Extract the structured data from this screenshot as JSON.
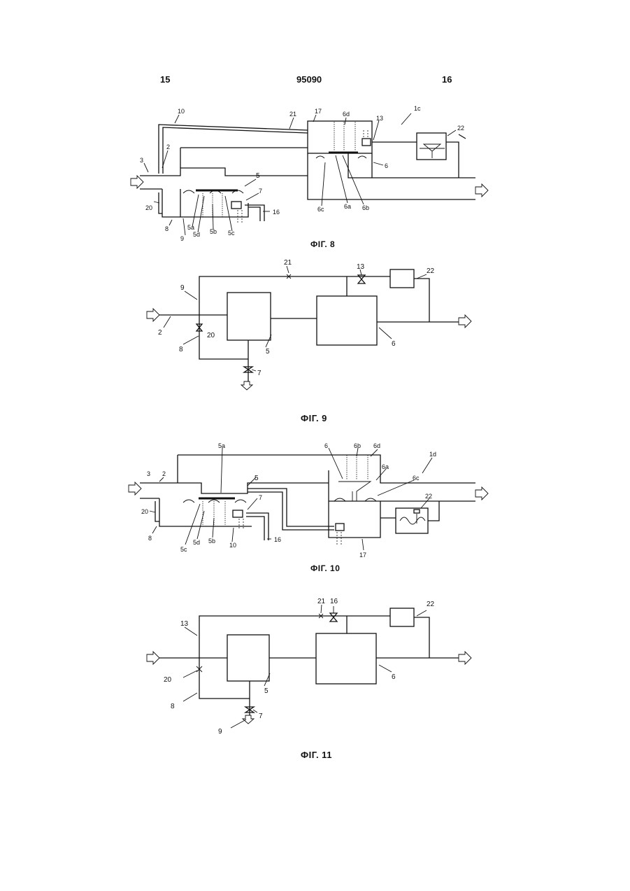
{
  "header": {
    "left_page": "15",
    "patent_number": "95090",
    "right_page": "16"
  },
  "figures": [
    {
      "caption": "ФІГ. 8",
      "labels": [
        "1c",
        "2",
        "3",
        "5",
        "5a",
        "5b",
        "5c",
        "5d",
        "6",
        "6a",
        "6b",
        "6c",
        "6d",
        "7",
        "8",
        "9",
        "10",
        "13",
        "16",
        "17",
        "20",
        "21",
        "22"
      ]
    },
    {
      "caption": "ФІГ. 9",
      "labels": [
        "2",
        "5",
        "6",
        "7",
        "8",
        "9",
        "13",
        "20",
        "21",
        "22"
      ]
    },
    {
      "caption": "ФІГ. 10",
      "labels": [
        "1d",
        "2",
        "3",
        "5",
        "5a",
        "5b",
        "5c",
        "5d",
        "6",
        "6a",
        "6b",
        "6c",
        "6d",
        "7",
        "8",
        "10",
        "16",
        "17",
        "20",
        "22"
      ]
    },
    {
      "caption": "ФІГ. 11",
      "labels": [
        "5",
        "6",
        "7",
        "8",
        "9",
        "13",
        "16",
        "20",
        "21",
        "22"
      ]
    }
  ]
}
